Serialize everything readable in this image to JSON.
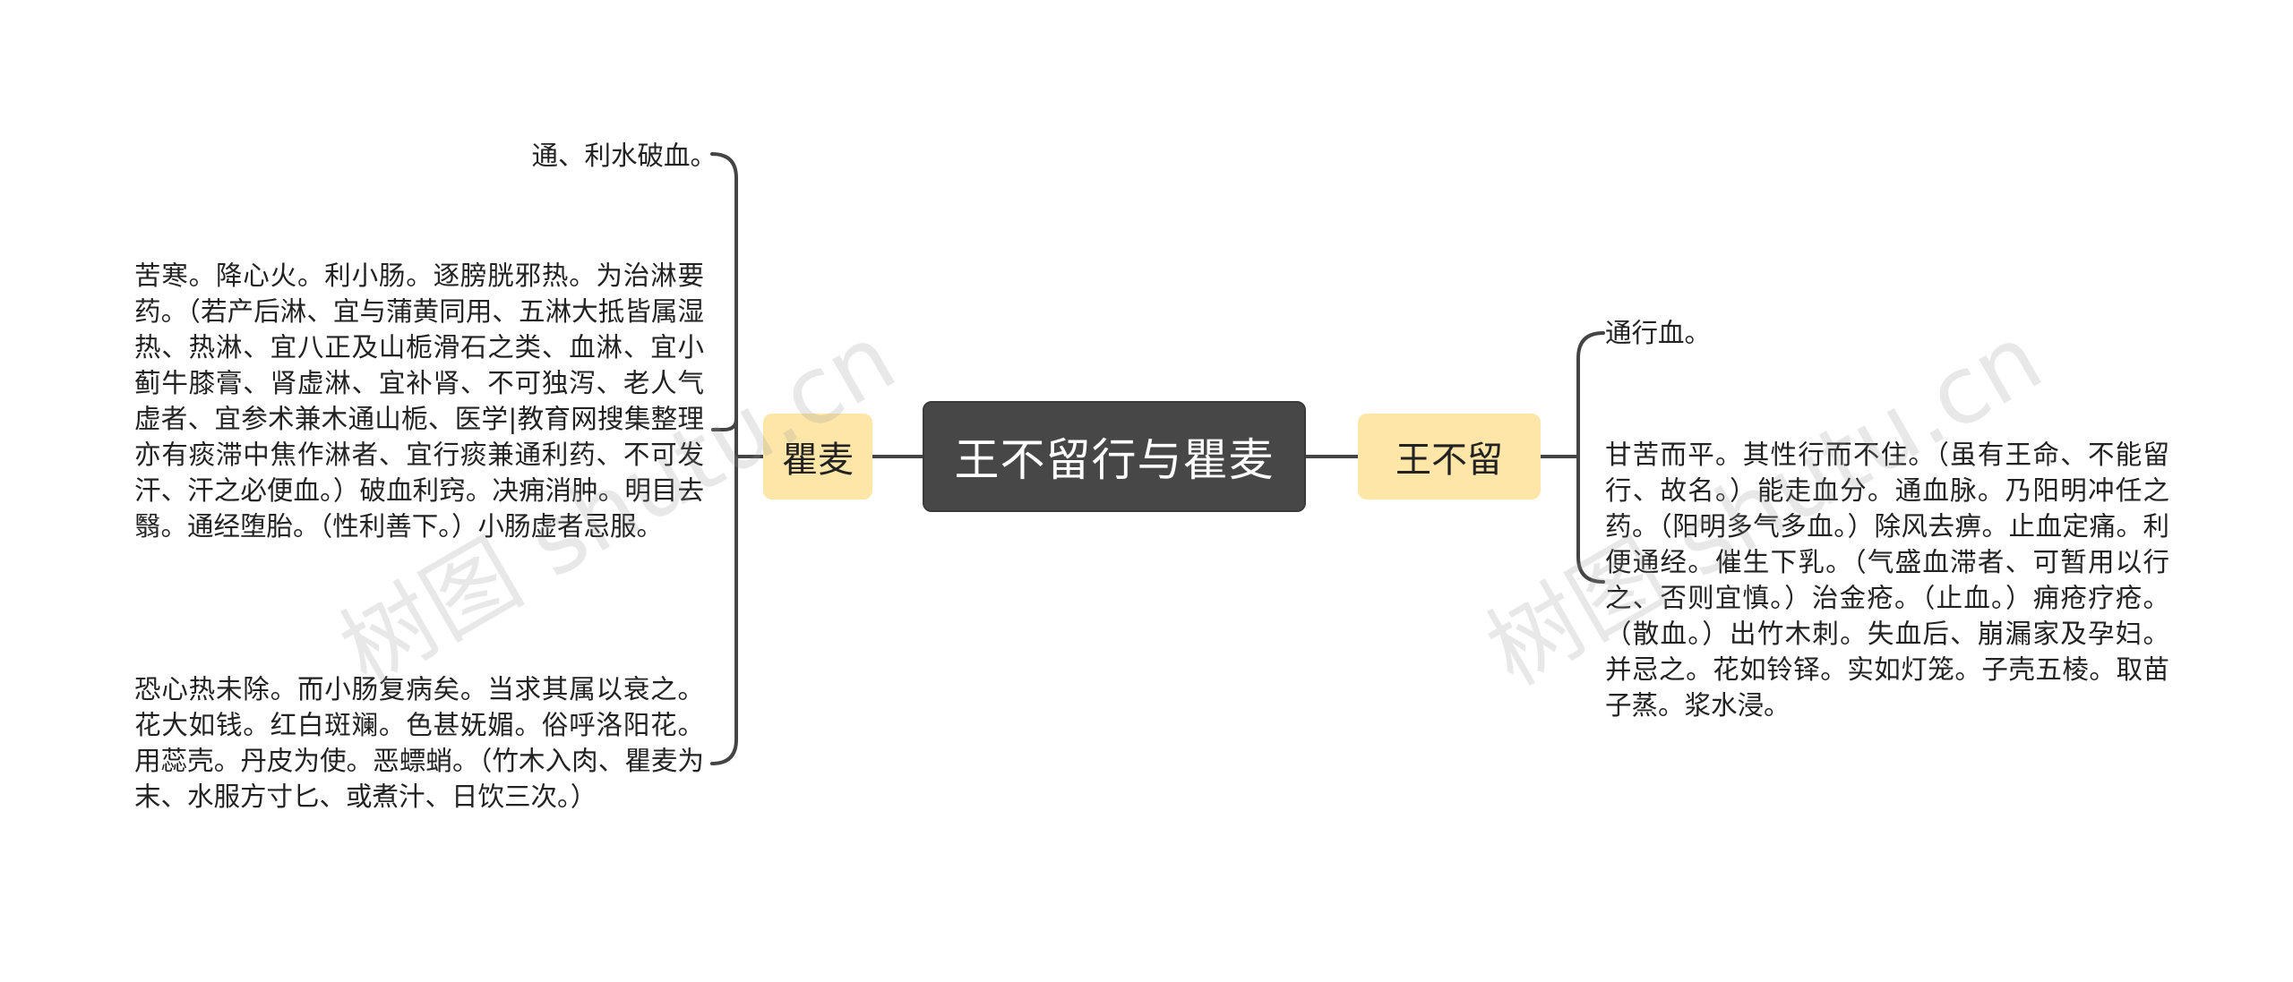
{
  "root": {
    "label": "王不留行与瞿麦"
  },
  "branches": {
    "left": {
      "label": "瞿麦",
      "leaves": [
        "通、利水破血。",
        "苦寒。降心火。利小肠。逐膀胱邪热。为治淋要药。（若产后淋、宜与蒲黄同用、五淋大抵皆属湿热、热淋、宜八正及山栀滑石之类、血淋、宜小蓟牛膝膏、肾虚淋、宜补肾、不可独泻、老人气虚者、宜参术兼木通山栀、医学|教育网搜集整理亦有痰滞中焦作淋者、宜行痰兼通利药、不可发汗、汗之必便血。）破血利窍。决痈消肿。明目去翳。通经堕胎。（性利善下。）小肠虚者忌服。",
        "恐心热未除。而小肠复病矣。当求其属以衰之。花大如钱。红白斑斓。色甚妩媚。俗呼洛阳花。用蕊壳。丹皮为使。恶螵蛸。（竹木入肉、瞿麦为末、水服方寸匕、或煮汁、日饮三次。）"
      ]
    },
    "right": {
      "label": "王不留",
      "leaves": [
        "通行血。",
        "甘苦而平。其性行而不住。（虽有王命、不能留行、故名。）能走血分。通血脉。乃阳明冲任之药。（阳明多气多血。）除风去痹。止血定痛。利便通经。催生下乳。（气盛血滞者、可暂用以行之、否则宜慎。）治金疮。（止血。）痈疮疗疮。（散血。）出竹木刺。失血后、崩漏家及孕妇。并忌之。花如铃铎。实如灯笼。子壳五棱。取苗子蒸。浆水浸。"
      ]
    }
  },
  "watermark": {
    "text": "树图 shutu.cn"
  },
  "colors": {
    "root_bg": "#474747",
    "branch_bg": "#fde6a8",
    "connector": "#444444"
  }
}
